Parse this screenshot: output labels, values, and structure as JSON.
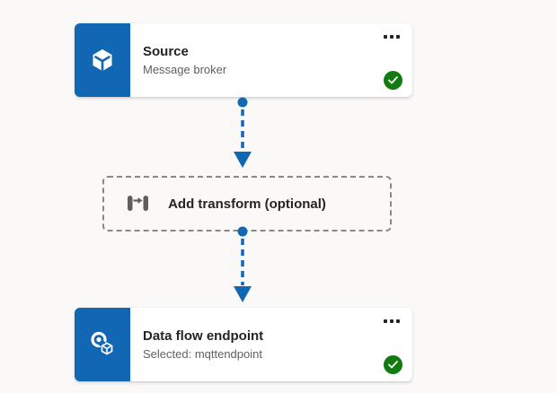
{
  "canvas": {
    "background_color": "#faf9f8",
    "accent_blue": "#1267b4",
    "success_green": "#107c10",
    "title_color": "#242424",
    "subtitle_color": "#616161",
    "dashed_border_color": "#8a8886"
  },
  "nodes": {
    "source": {
      "title": "Source",
      "subtitle": "Message broker",
      "icon": "cube-icon",
      "menu_icon": "more-ellipsis-icon",
      "status_icon": "success-checkmark-icon"
    },
    "transform": {
      "label": "Add transform (optional)",
      "icon": "transform-arrows-icon"
    },
    "endpoint": {
      "title": "Data flow endpoint",
      "subtitle": "Selected: mqttendpoint",
      "icon": "endpoint-link-icon",
      "menu_icon": "more-ellipsis-icon",
      "status_icon": "success-checkmark-icon"
    }
  },
  "connectors": {
    "style": "dashed-arrow-down",
    "count": 2
  }
}
